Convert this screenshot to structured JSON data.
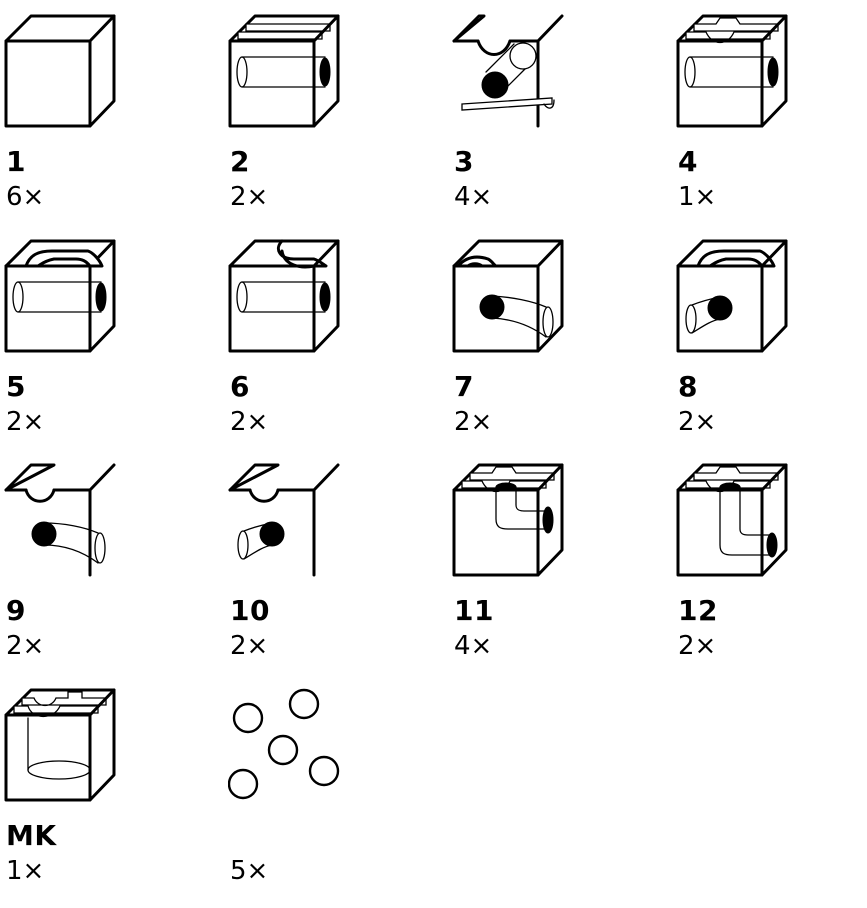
{
  "items": [
    {
      "number": "1",
      "quantity": "6×"
    },
    {
      "number": "2",
      "quantity": "2×"
    },
    {
      "number": "3",
      "quantity": "4×"
    },
    {
      "number": "4",
      "quantity": "1×"
    },
    {
      "number": "5",
      "quantity": "2×"
    },
    {
      "number": "6",
      "quantity": "2×"
    },
    {
      "number": "7",
      "quantity": "2×"
    },
    {
      "number": "8",
      "quantity": "2×"
    },
    {
      "number": "9",
      "quantity": "2×"
    },
    {
      "number": "10",
      "quantity": "2×"
    },
    {
      "number": "11",
      "quantity": "4×"
    },
    {
      "number": "12",
      "quantity": "2×"
    },
    {
      "number": "MK",
      "quantity": "1×"
    },
    {
      "number": "",
      "quantity": "5×"
    }
  ]
}
